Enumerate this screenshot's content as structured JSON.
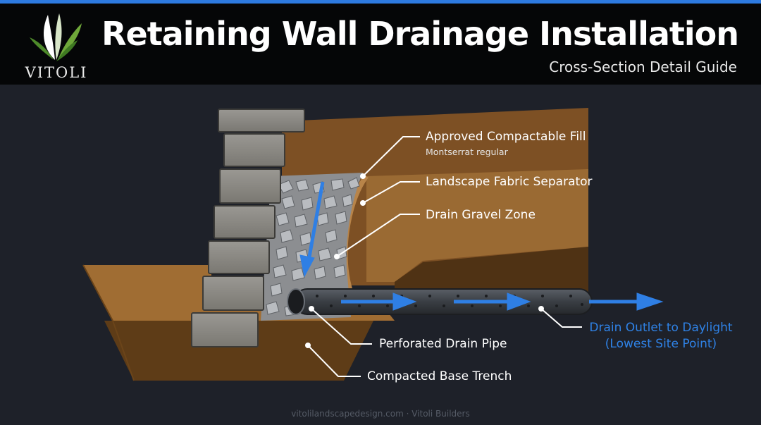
{
  "header": {
    "title": "Retaining Wall Drainage Installation",
    "subtitle": "Cross-Section Detail Guide",
    "brand": "VITOLI"
  },
  "labels": {
    "fill": "Approved Compactable Fill",
    "fill_sub": "Montserrat regular",
    "fabric": "Landscape Fabric Separator",
    "gravel": "Drain Gravel Zone",
    "pipe": "Perforated Drain Pipe",
    "base": "Compacted Base Trench",
    "outlet_line1": "Drain Outlet to Daylight",
    "outlet_line2": "(Lowest Site Point)"
  },
  "footer": "vitolilandscapedesign.com · Vitoli Builders",
  "colors": {
    "accent": "#2d7ae0",
    "outlet_text": "#2f82e6",
    "soil": "#8a5a2b",
    "soil_dark": "#5e3c17",
    "stone": "#8a8a8a",
    "pipe": "#3b3f45"
  },
  "icons": [
    "leaf-logo-icon",
    "flow-arrow-icon"
  ]
}
